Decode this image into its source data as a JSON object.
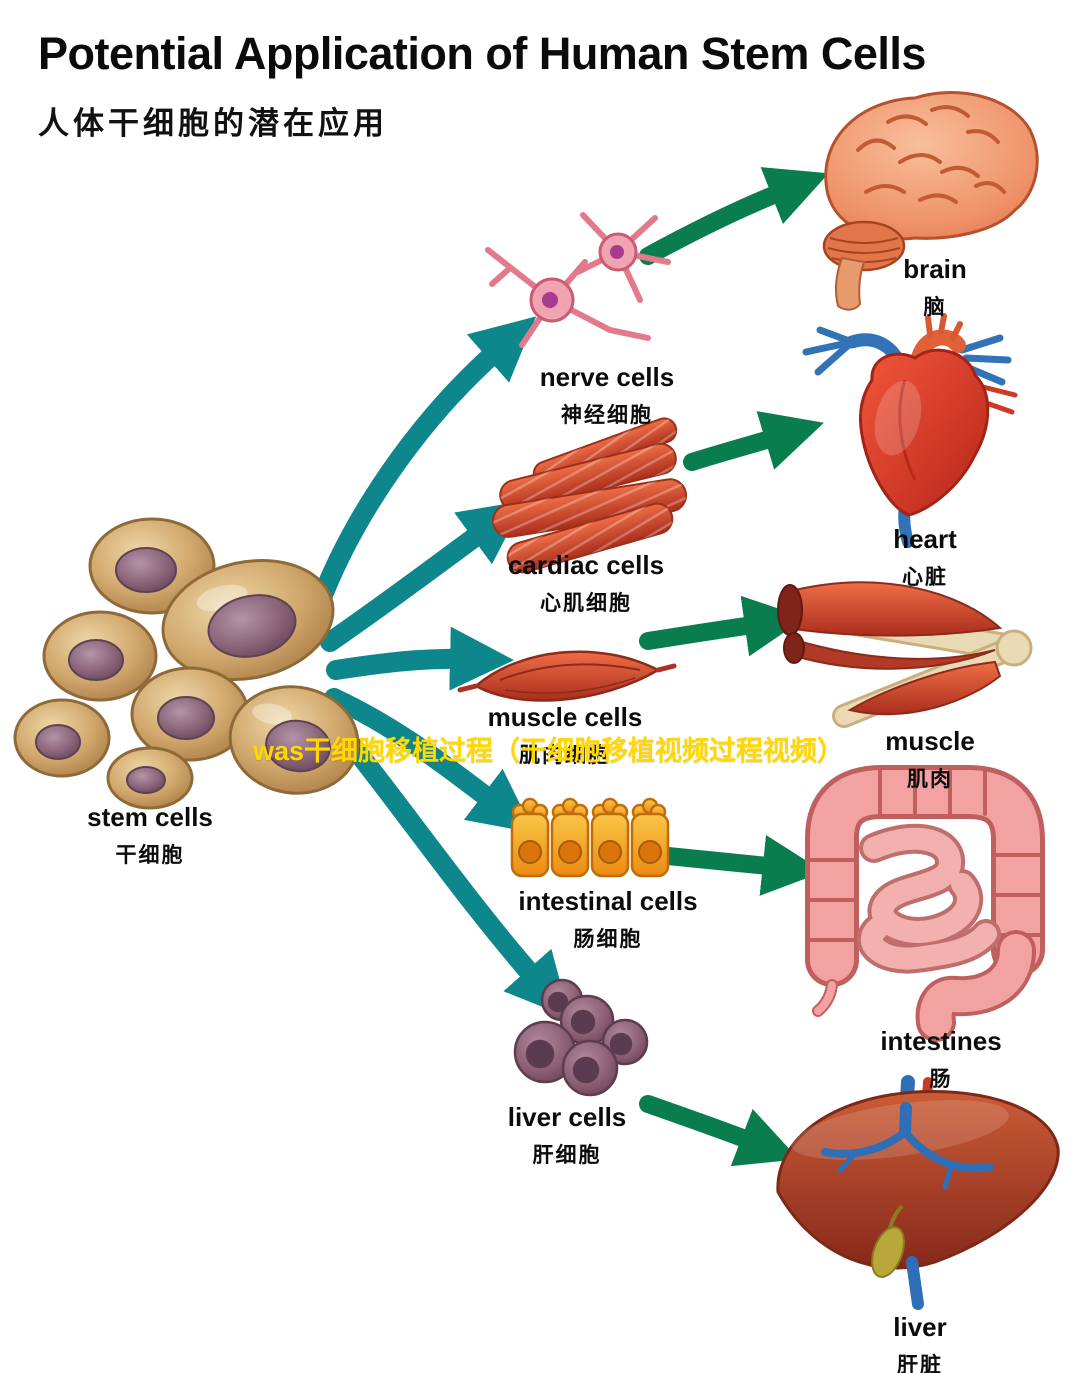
{
  "title": "Potential Application of Human Stem Cells",
  "subtitle": "人体干细胞的潜在应用",
  "watermark": "was干细胞移植过程（干细胞移植视频过程视频）",
  "stem": {
    "en": "stem cells",
    "zh": "干细胞"
  },
  "cells": {
    "nerve": {
      "en": "nerve cells",
      "zh": "神经细胞"
    },
    "cardiac": {
      "en": "cardiac cells",
      "zh": "心肌细胞"
    },
    "muscle": {
      "en": "muscle cells",
      "zh": "肌肉细胞"
    },
    "intestinal": {
      "en": "intestinal cells",
      "zh": "肠细胞"
    },
    "liver": {
      "en": "liver cells",
      "zh": "肝细胞"
    }
  },
  "organs": {
    "brain": {
      "en": "brain",
      "zh": "脑"
    },
    "heart": {
      "en": "heart",
      "zh": "心脏"
    },
    "muscle": {
      "en": "muscle",
      "zh": "肌肉"
    },
    "intestines": {
      "en": "intestines",
      "zh": "肠"
    },
    "liver": {
      "en": "liver",
      "zh": "肝脏"
    }
  },
  "flow": [
    {
      "from": "stem cells",
      "via": "nerve cells",
      "to": "brain"
    },
    {
      "from": "stem cells",
      "via": "cardiac cells",
      "to": "heart"
    },
    {
      "from": "stem cells",
      "via": "muscle cells",
      "to": "muscle"
    },
    {
      "from": "stem cells",
      "via": "intestinal cells",
      "to": "intestines"
    },
    {
      "from": "stem cells",
      "via": "liver cells",
      "to": "liver"
    }
  ],
  "colors": {
    "stem_arrow": "#0d868c",
    "organ_arrow": "#0a7d4e",
    "watermark_yellow": "#ffd800",
    "stem_cell_body": "#d2a96e",
    "nucleus_purple": "#8a6479",
    "muscle_red": "#c23a24",
    "intestinal_orange": "#f0a020",
    "intestine_pink": "#f2a3a1",
    "liver_brown": "#a63f24"
  }
}
